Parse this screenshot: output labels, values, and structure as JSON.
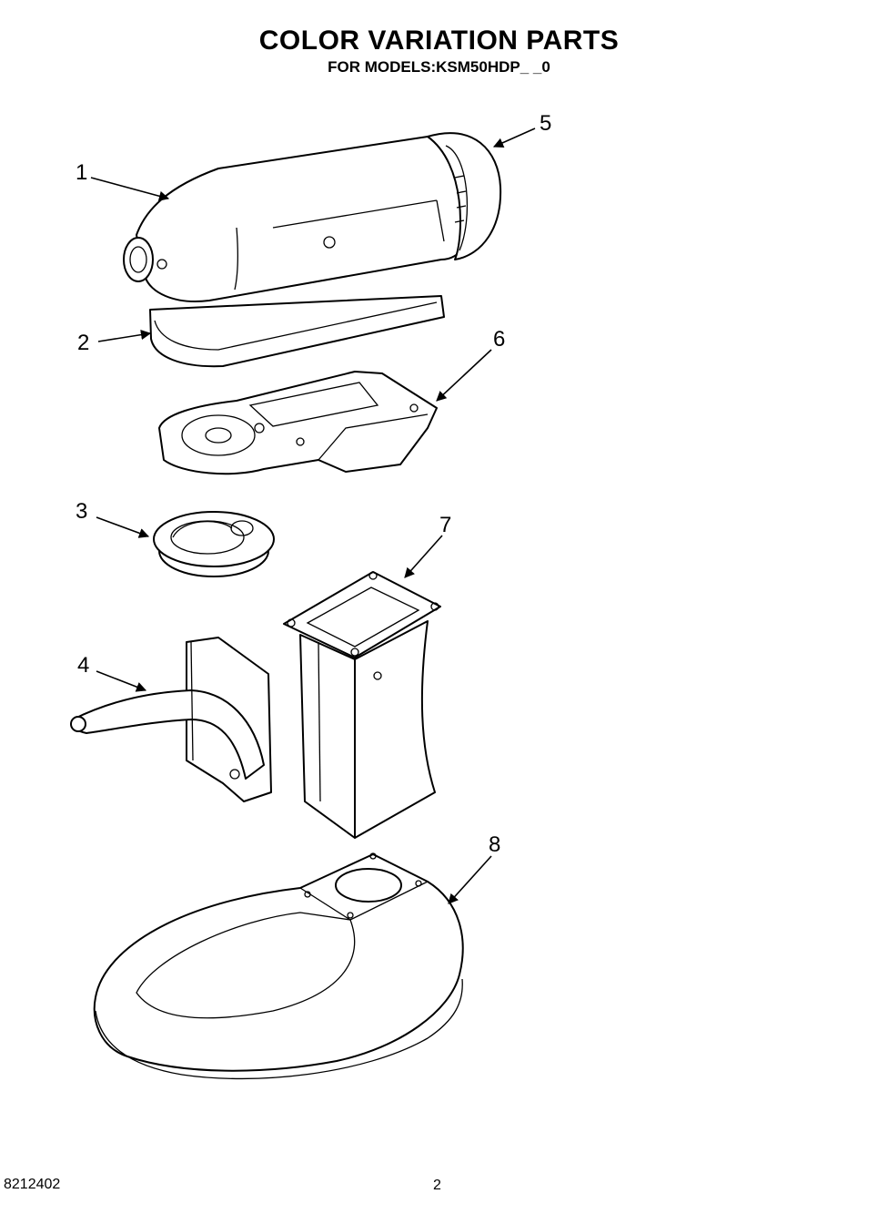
{
  "header": {
    "title": "COLOR VARIATION PARTS",
    "subtitle": "FOR MODELS:KSM50HDP_ _0"
  },
  "callouts": [
    {
      "id": "1",
      "label": "1"
    },
    {
      "id": "2",
      "label": "2"
    },
    {
      "id": "3",
      "label": "3"
    },
    {
      "id": "4",
      "label": "4"
    },
    {
      "id": "5",
      "label": "5"
    },
    {
      "id": "6",
      "label": "6"
    },
    {
      "id": "7",
      "label": "7"
    },
    {
      "id": "8",
      "label": "8"
    }
  ],
  "footer": {
    "document_number": "8212402",
    "page_number": "2"
  }
}
